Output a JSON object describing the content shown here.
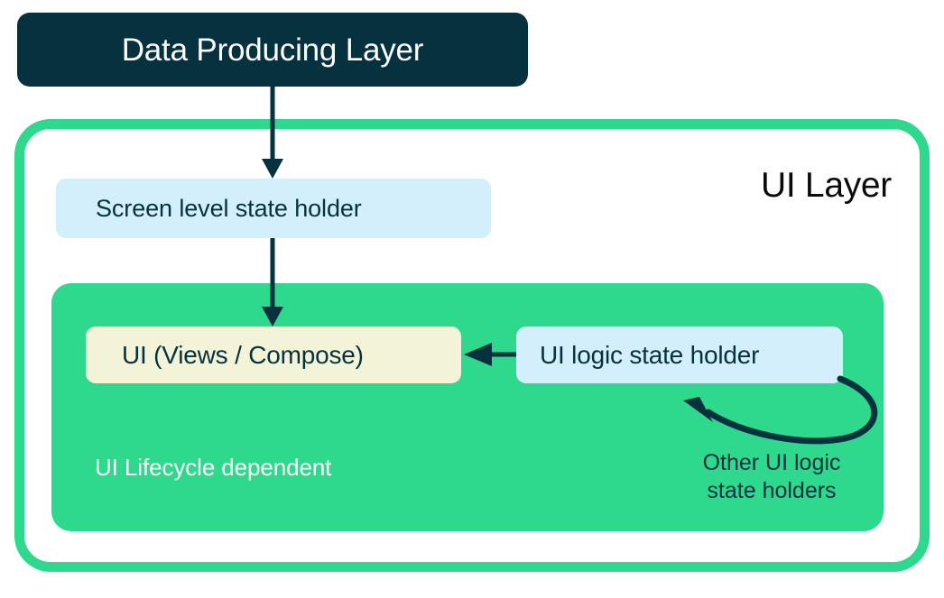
{
  "diagram": {
    "title": "Android UI Layer architecture diagram",
    "colors": {
      "dark_navy": "#06313F",
      "green": "#2ED98D",
      "light_blue": "#D3EFFC",
      "cream": "#F2F3D7",
      "white": "#FFFFFF"
    }
  },
  "data_producing_layer": {
    "label": "Data Producing Layer"
  },
  "ui_layer": {
    "title": "UI Layer",
    "screen_level_state_holder": {
      "label": "Screen level state holder"
    },
    "lifecycle_group": {
      "label": "UI Lifecycle dependent",
      "ui_views_compose": {
        "label": "UI (Views / Compose)"
      },
      "ui_logic_state_holder": {
        "label": "UI logic state holder"
      },
      "other_holders_caption": {
        "line1": "Other UI logic",
        "line2": "state holders"
      }
    }
  },
  "connectors": [
    {
      "name": "data-to-screen-arrow",
      "from": "Data Producing Layer",
      "to": "Screen level state holder",
      "direction": "down"
    },
    {
      "name": "screen-to-ui-arrow",
      "from": "Screen level state holder",
      "to": "UI (Views / Compose)",
      "direction": "down"
    },
    {
      "name": "logic-to-ui-arrow",
      "from": "UI logic state holder",
      "to": "UI (Views / Compose)",
      "direction": "left"
    },
    {
      "name": "other-holders-loop-arrow",
      "from": "Other UI logic state holders",
      "to": "UI logic state holder",
      "direction": "curved-up-left"
    }
  ]
}
